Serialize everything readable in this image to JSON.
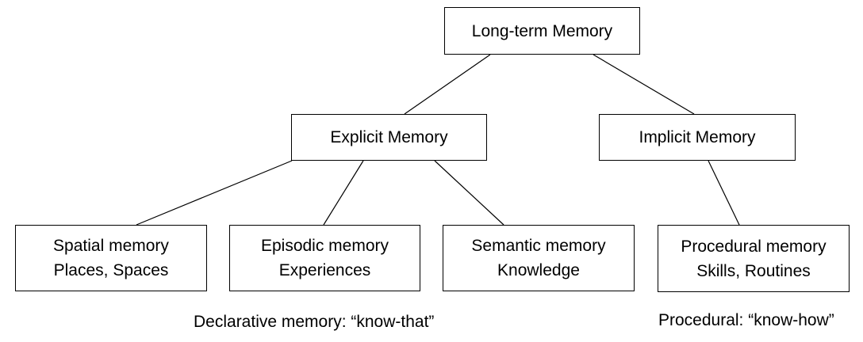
{
  "diagram": {
    "root": {
      "label": "Long-term Memory"
    },
    "explicit": {
      "label": "Explicit Memory"
    },
    "implicit": {
      "label": "Implicit Memory"
    },
    "spatial": {
      "title": "Spatial memory",
      "subtitle": "Places, Spaces"
    },
    "episodic": {
      "title": "Episodic memory",
      "subtitle": "Experiences"
    },
    "semantic": {
      "title": "Semantic memory",
      "subtitle": "Knowledge"
    },
    "procedural": {
      "title": "Procedural memory",
      "subtitle": "Skills, Routines"
    },
    "captions": {
      "declarative": "Declarative memory: “know-that”",
      "procedural": "Procedural: “know-how”"
    }
  }
}
